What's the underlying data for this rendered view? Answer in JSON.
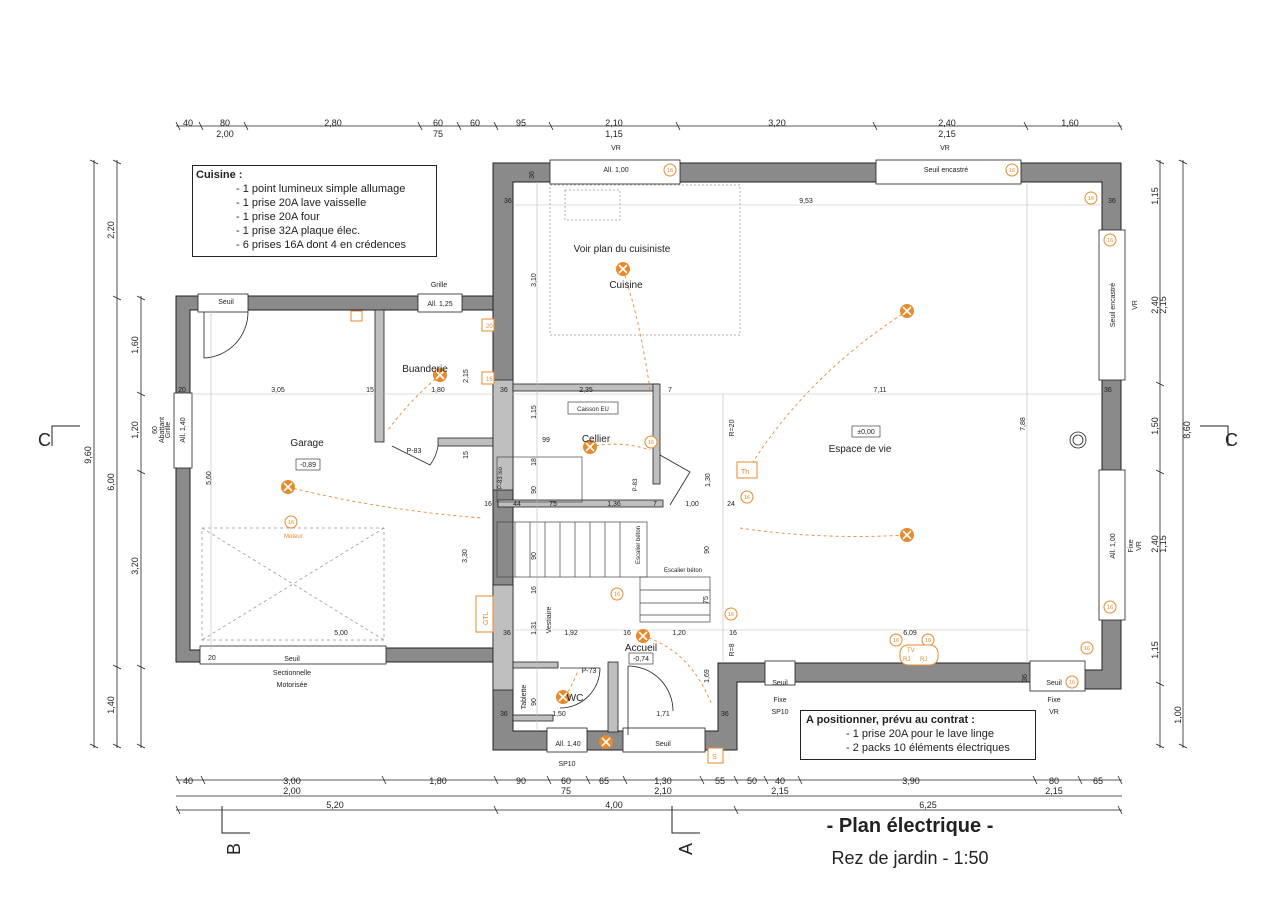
{
  "section_markers": {
    "left": "C",
    "right": "C",
    "bottom_b": "B",
    "bottom_a": "A"
  },
  "top_dims_row1": [
    "40",
    "80",
    "2,80",
    "60",
    "60",
    "95",
    "2,10",
    "3,20",
    "2,40",
    "1,60"
  ],
  "top_dims_row2": [
    "2,00",
    "75",
    "1,15",
    "2,15"
  ],
  "bottom_dims_row1": [
    "40",
    "3,00",
    "1,80",
    "90",
    "60",
    "65",
    "1,30",
    "55",
    "50",
    "40",
    "3,90",
    "80",
    "65"
  ],
  "bottom_dims_row2": [
    "2,00",
    "75",
    "2,10",
    "2,15",
    "2,15"
  ],
  "bottom_dims_row3": [
    "5,20",
    "4,00",
    "6,25"
  ],
  "left_dims": {
    "overall": "9,60",
    "mid": "6,00",
    "top": "2,20",
    "d1": "1,60",
    "d2": "1,20",
    "d3": "3,20",
    "d4": "1,40"
  },
  "right_dims": {
    "overall": "8,60",
    "d1": "1,15",
    "d2": "2,40",
    "d3": "2,15",
    "d4": "1,50",
    "d5": "2,40",
    "d6": "1,15",
    "d7": "1,15",
    "d8": "1,00"
  },
  "rooms": {
    "garage": "Garage",
    "garage_level": "-0,89",
    "buanderie": "Buanderie",
    "cellier": "Cellier",
    "cuisine": "Cuisine",
    "cuisine_note": "Voir plan du cuisiniste",
    "espace_de_vie": "Espace de vie",
    "espace_level": "±0,00",
    "accueil": "Accueil",
    "accueil_level": "-0,74",
    "wc": "WC",
    "vestiaire": "Vestiaire",
    "tablette": "Tablette",
    "caisson": "Caisson EU"
  },
  "labels": {
    "grille_top": "Grille",
    "all_125": "All. 1,25",
    "seuil": "Seuil",
    "grille_side": "Grille",
    "abattant": "Abattant",
    "all_140_side": "All. 1,40",
    "sixty": "60",
    "p83": "P-83",
    "p83_iso": "P-83 iso",
    "p73": "P-73",
    "vr_top1": "VR",
    "vr_top2": "VR",
    "all_100_top": "All. 1,00",
    "seuil_encastre_top": "Seuil encastré",
    "seuil_encastre_side": "Seuil encastré",
    "vr_side": "VR",
    "fixe_side": "Fixe",
    "vr_side2": "VR",
    "all_100_side": "All. 1,00",
    "seuil_bottom": "Seuil",
    "sectionnelle": "Sectionnelle",
    "motorisee": "Motorisée",
    "seuil_sp10": "Seuil",
    "fixe_sp10": "Fixe",
    "sp10": "SP10",
    "seuil_vr": "Seuil",
    "fixe_vr": "Fixe",
    "vr_bottom": "VR",
    "all_140_bottom": "All. 1,40",
    "sp10_bottom": "SP10",
    "seuil_entry": "Seuil",
    "escalier_beton": "Escalier béton",
    "escalier_beton2": "Escalier béton",
    "gtl": "GTL",
    "th": "Th",
    "moteur": "Moteur",
    "s_symbol": "S",
    "r20": "R=20",
    "r8": "R=8"
  },
  "inner_dims": [
    "36",
    "36",
    "9,53",
    "36",
    "3,10",
    "7,11",
    "7,88",
    "2,35",
    "7",
    "1,15",
    "99",
    "3,05",
    "15",
    "1,80",
    "20",
    "2,15",
    "15",
    "5,60",
    "1,30",
    "16",
    "44",
    "75",
    "1,36",
    "7",
    "1,00",
    "24",
    "3,30",
    "90",
    "5,00",
    "20",
    "1,31",
    "36",
    "1,92",
    "16",
    "1,20",
    "16",
    "6,09",
    "36",
    "1,69",
    "1,50",
    "1,71",
    "36",
    "90",
    "36",
    "36",
    "36",
    "18",
    "90",
    "75",
    "90",
    "16"
  ],
  "cuisine_box": {
    "title": "Cuisine :",
    "items": [
      "- 1 point lumineux simple allumage",
      "- 1 prise 20A lave vaisselle",
      "- 1 prise 20A four",
      "- 1 prise 32A plaque élec.",
      "- 6 prises 16A dont 4 en crédences"
    ]
  },
  "contract_box": {
    "title": "A positionner, prévu au contrat :",
    "items": [
      "- 1 prise 20A pour le lave linge",
      "- 2 packs 10 éléments électriques"
    ]
  },
  "symbols": {
    "socket_16": "16",
    "socket_20": "20",
    "tv": "TV",
    "rj": "RJ"
  },
  "title_block": {
    "main": "- Plan électrique -",
    "sub": "Rez de jardin - 1:50"
  },
  "colors": {
    "accent": "#e8892c",
    "wall": "#888888",
    "wall_dark": "#222222"
  }
}
